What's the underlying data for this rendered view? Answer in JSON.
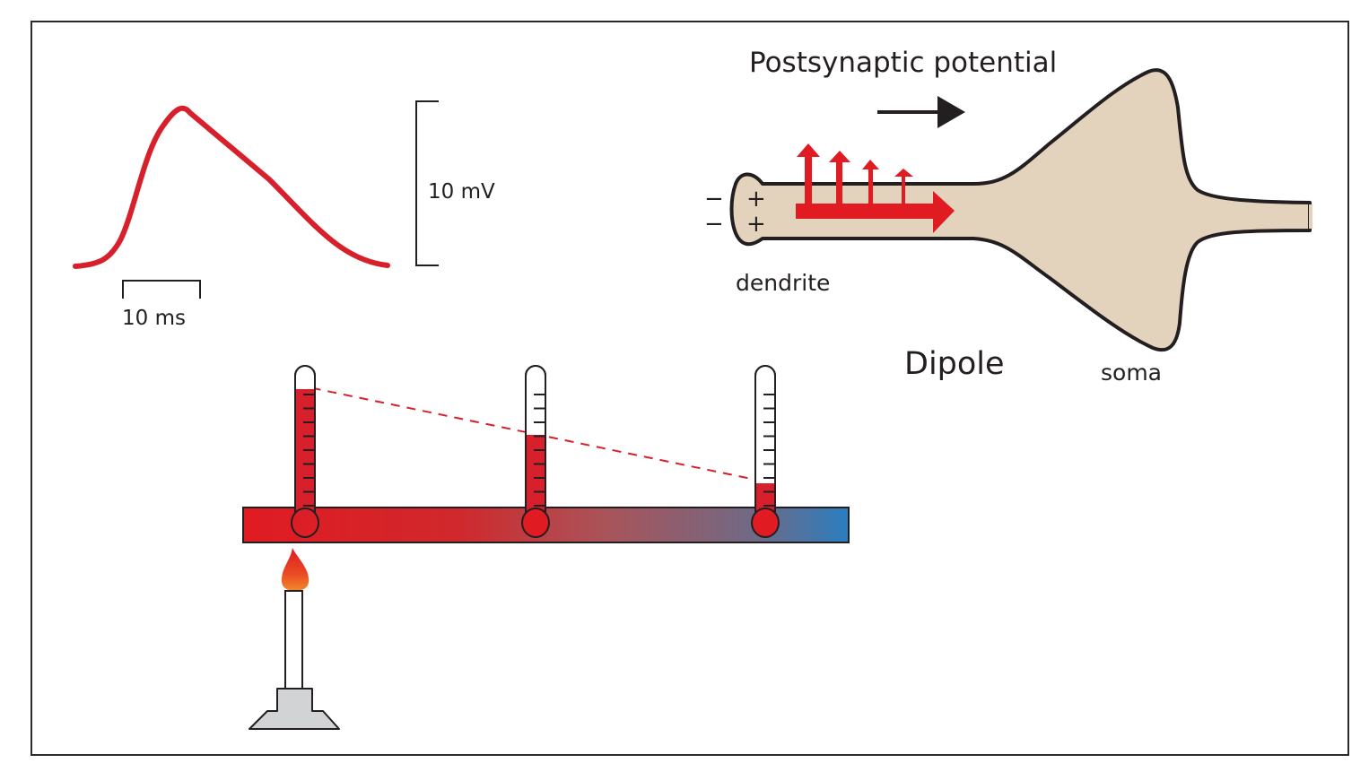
{
  "figure": {
    "psp_trace": {
      "label": "Postsynaptic potential trace",
      "scale_bar_time": "10 ms",
      "scale_bar_voltage": "10 mV",
      "trace_color": "#d7202b"
    },
    "neuron": {
      "title": "Postsynaptic potential",
      "dendrite_label": "dendrite",
      "soma_label": "soma",
      "dipole_label": "Dipole",
      "inside_charges": [
        "+",
        "+"
      ],
      "outside_charges": [
        "−",
        "−"
      ],
      "membrane_fill": "#e3d3bd",
      "current_arrow_color": "#e01b22",
      "direction_arrow": "right-arrow-icon"
    },
    "heat_analogy": {
      "thermometers": [
        {
          "name": "near-flame",
          "fill_fraction": 0.92
        },
        {
          "name": "middle",
          "fill_fraction": 0.58
        },
        {
          "name": "far",
          "fill_fraction": 0.22
        }
      ],
      "tick_count": 9,
      "rod_gradient": {
        "hot": "#e01b22",
        "mid": "#a0585b",
        "cold": "#2a7ec0"
      },
      "heat_source": "bunsen-burner"
    }
  }
}
